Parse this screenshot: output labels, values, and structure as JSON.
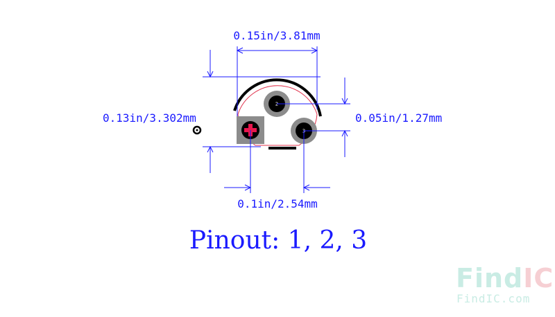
{
  "dimensions": {
    "width_top": "0.15in/3.81mm",
    "height_left": "0.13in/3.302mm",
    "pitch_right": "0.05in/1.27mm",
    "pitch_bottom": "0.1in/2.54mm"
  },
  "pins": [
    {
      "number": "1",
      "shape": "square-pad"
    },
    {
      "number": "2",
      "shape": "round-pad"
    },
    {
      "number": "3",
      "shape": "round-pad"
    }
  ],
  "pinout_label": "Pinout: 1, 2, 3",
  "watermark": {
    "brand_part1": "Find",
    "brand_part2": "IC",
    "url": "FindIC.com"
  },
  "colors": {
    "dimension_lines": "#1a1aff",
    "pad_gray": "#8c8c8c",
    "pad_hole": "#000000",
    "pin1_marker": "#e8174e",
    "outline": "#000000",
    "courtyard": "#e0304a",
    "watermark_teal": "#c9ece4",
    "watermark_red": "#f6cfd3"
  }
}
